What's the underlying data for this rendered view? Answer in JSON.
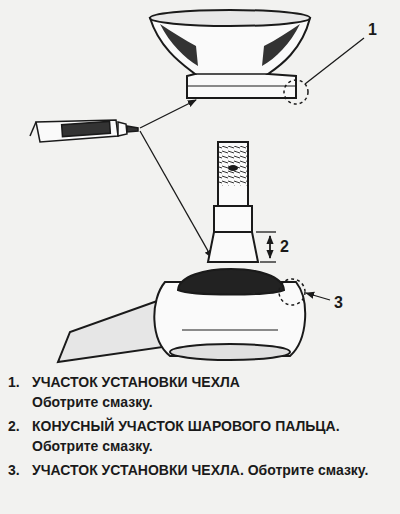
{
  "diagram": {
    "labels": [
      "1",
      "2",
      "3",
      "1.",
      "УЧАСТОК УСТАНОВКИ ЧЕХЛА",
      "Оботрите смазку.",
      "2.",
      "КОНУСНЫЙ УЧАСТОК ШАРОВОГО ПАЛЬЦА.",
      "Оботрите смазку.",
      "3.",
      "УЧАСТОК УСТАНОВКИ ЧЕХЛА.",
      "Оботрите смазку."
    ]
  }
}
